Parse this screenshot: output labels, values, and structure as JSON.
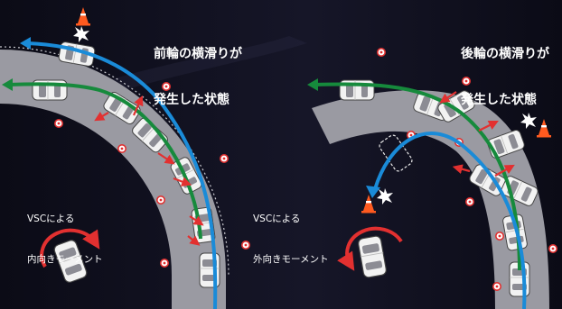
{
  "panels": [
    {
      "title_line1": "前輪の横滑りが",
      "title_line2": "発生した状態",
      "note_line1": "VSCによる",
      "note_line2": "内向きモーメント"
    },
    {
      "title_line1": "後輪の横滑りが",
      "title_line2": "発生した状態",
      "note_line1": "VSCによる",
      "note_line2": "外向きモーメント"
    }
  ],
  "colors": {
    "background": "#0b0b16",
    "road": "#9a9aa2",
    "vehicle": "#f2f2f2",
    "trajectory_actual": "#1a8bd8",
    "trajectory_corrected": "#168a3c",
    "moment_arrow": "#e23030",
    "cone": "#ff5a1f"
  },
  "icons": [
    "traffic-cone-icon",
    "crash-spark-icon",
    "vehicle-icon",
    "rotation-arrow-icon",
    "road-marker-icon"
  ]
}
